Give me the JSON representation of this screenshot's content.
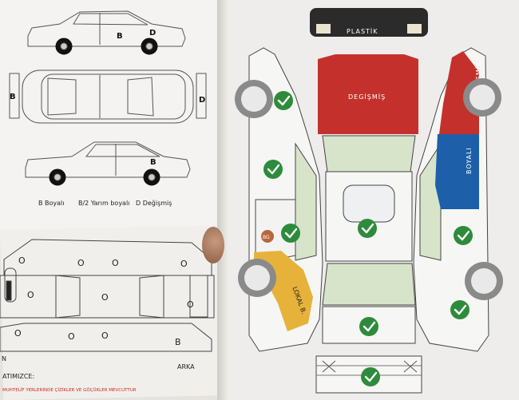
{
  "left_top": {
    "marks": {
      "side_b": "B",
      "side_d": "D",
      "top_b": "B",
      "top_d": "D",
      "side2_b": "B"
    },
    "legend": {
      "b": "B Boyalı",
      "b2": "B/2 Yarım boyalı",
      "d": "D Değişmiş"
    }
  },
  "left_bottom": {
    "marks": {
      "o": "O",
      "b": "B"
    },
    "footer": {
      "rear": "ARKA",
      "note_head": "ATIMIZCE:",
      "note": "MUHTELİF YERLERİNDE ÇİZİKLER VE GÖÇÜKLER MEVCUTTUR",
      "n": "N"
    }
  },
  "right": {
    "labels": {
      "plastic": "PLASTİK",
      "hood": "DEGİŞMİŞ",
      "right_front": "DEGİŞMİŞ",
      "right_door": "BOYALI",
      "lokal": "LOKAL B.",
      "bg": "BG"
    },
    "colors": {
      "red": "#c4312c",
      "blue": "#1d5fa8",
      "yellow": "#e6b23a",
      "green": "#2e8b3c",
      "bg_badge": "#b9663f"
    }
  }
}
